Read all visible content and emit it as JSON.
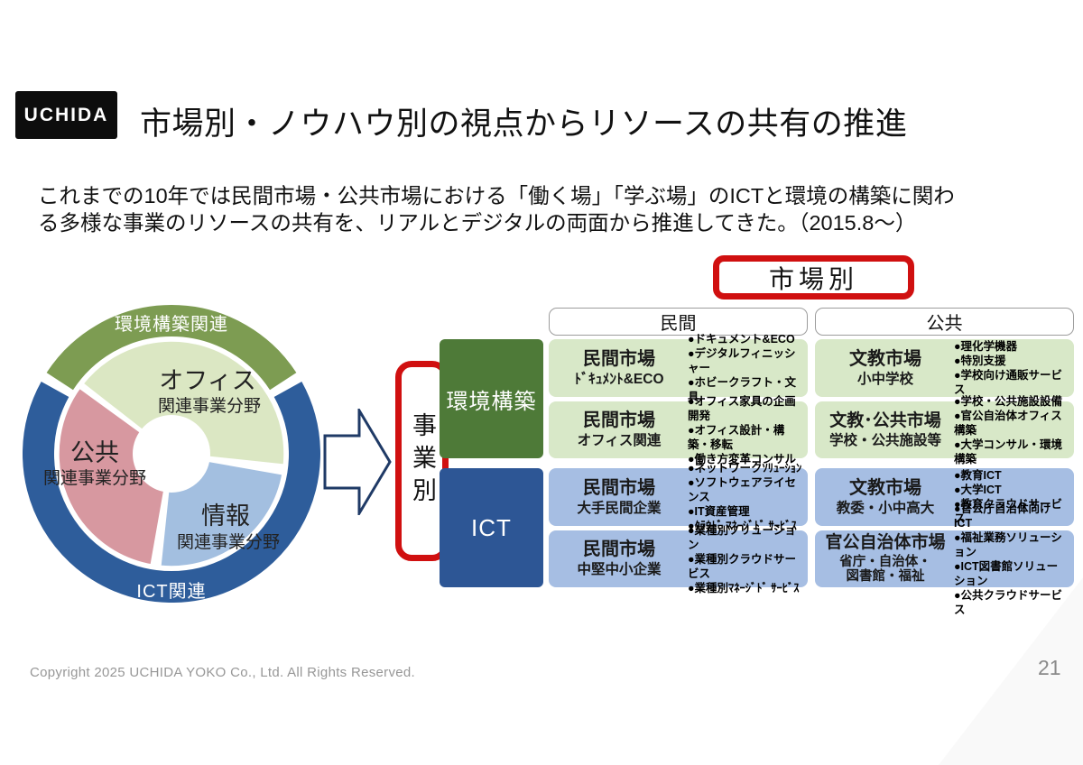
{
  "slide": {
    "logo": "UCHIDA",
    "title": "市場別・ノウハウ別の視点からリソースの共有の推進",
    "subtitle_line1": "これまでの10年では民間市場・公共市場における「働く場」「学ぶ場」のICTと環境の構築に関わ",
    "subtitle_line2": "る多様な事業のリソースの共有を、リアルとデジタルの両面から推進してきた。（2015.8～）",
    "footer_copyright": "Copyright 2025 UCHIDA YOKO Co., Ltd. All Rights Reserved.",
    "page_number": "21"
  },
  "colors": {
    "ring_green": "#7d9c52",
    "ring_blue": "#2e5d9b",
    "segment_office_green": "#dbe7c3",
    "segment_info_blue": "#a3bfe0",
    "segment_public_pink": "#d798a0",
    "row_env_green": "#4e7a38",
    "row_ict_blue": "#2d5695",
    "cell_green": "#d8e8c8",
    "cell_blue": "#a6bee3",
    "accent_red": "#d01010",
    "arrow_navy": "#1f3a66"
  },
  "donut": {
    "ring_top_label": "環境構築関連",
    "ring_bottom_label": "ICT関連",
    "segments": [
      {
        "label": "オフィス",
        "sublabel": "関連事業分野"
      },
      {
        "label": "公共",
        "sublabel": "関連事業分野"
      },
      {
        "label": "情報",
        "sublabel": "関連事業分野"
      }
    ]
  },
  "flow": {
    "by_business_label": "事業別",
    "by_market_label": "市場別"
  },
  "matrix": {
    "column_headers": [
      "民間",
      "公共"
    ],
    "row_headers": [
      "環境構築",
      "ICT"
    ],
    "cells": [
      {
        "title": "民間市場",
        "subtitle": "ﾄﾞｷｭﾒﾝﾄ&ECO",
        "bullets": [
          "●ドキュメント&ECO",
          "●デジタルフィニッシャー",
          "●ホビークラフト・文具"
        ]
      },
      {
        "title": "文教市場",
        "subtitle": "小中学校",
        "bullets": [
          "●理化学機器",
          "●特別支援",
          "●学校向け通販サービス"
        ]
      },
      {
        "title": "民間市場",
        "subtitle": "オフィス関連",
        "bullets": [
          "●オフィス家具の企画開発",
          "●オフィス設計・構築・移転",
          "●働き方変革コンサル"
        ]
      },
      {
        "title": "文教･公共市場",
        "subtitle": "学校・公共施設等",
        "bullets": [
          "●学校・公共施設設備",
          "●官公自治体オフィス構築",
          "●大学コンサル・環境構築"
        ]
      },
      {
        "title": "民間市場",
        "subtitle": "大手民間企業",
        "bullets": [
          "●ネットワークｿﾘｭｰｼｮﾝ",
          "●ソフトウェアライセンス",
          "●IT資産管理",
          "●ｸﾗｳﾄﾞ ﾏﾈｰｼﾞﾄﾞ ｻｰﾋﾞｽ"
        ]
      },
      {
        "title": "文教市場",
        "subtitle": "教委・小中高大",
        "bullets": [
          "●教育ICT",
          "●大学ICT",
          "●教育クラウドサービス"
        ]
      },
      {
        "title": "民間市場",
        "subtitle": "中堅中小企業",
        "bullets": [
          "●業種別ソリューション",
          "●業種別クラウドサービス",
          "●業種別ﾏﾈｰｼﾞﾄﾞ ｻｰﾋﾞｽ"
        ]
      },
      {
        "title": "官公自治体市場",
        "subtitle": "省庁・自治体・\n図書館・福祉",
        "bullets": [
          "●官公庁自治体向けICT",
          "●福祉業務ソリューション",
          "●ICT図書館ソリューション",
          "●公共クラウドサービス"
        ]
      }
    ]
  }
}
